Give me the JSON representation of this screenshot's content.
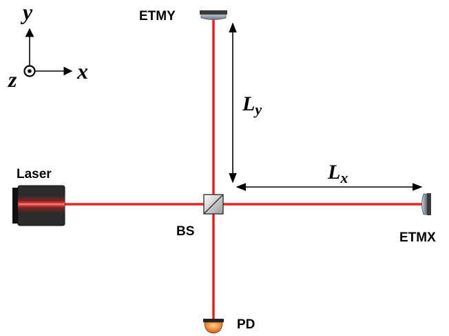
{
  "labels": {
    "etmy": "ETMY",
    "etmx": "ETMX",
    "laser": "Laser",
    "bs": "BS",
    "pd": "PD"
  },
  "axes": {
    "x": "x",
    "y": "y",
    "z": "z"
  },
  "lengths": {
    "ly_main": "L",
    "ly_sub": "y",
    "lx_main": "L",
    "lx_sub": "x"
  },
  "colors": {
    "beam": "#e8201f",
    "mirror": "#9aa6b2",
    "laser_body": "#2b2b2b",
    "pd": "#e87a1a"
  }
}
